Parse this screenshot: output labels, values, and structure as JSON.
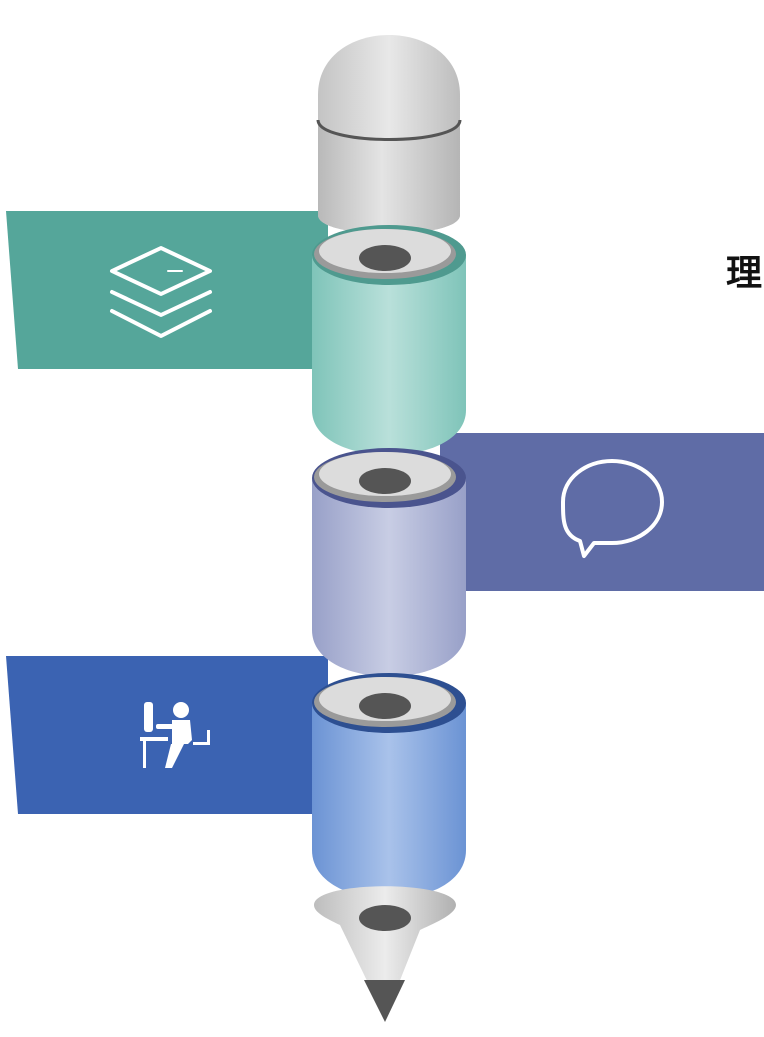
{
  "heading": {
    "text": "理"
  },
  "colors": {
    "background": "#ffffff",
    "segment_1": "#55a69a",
    "segment_2": "#5f6ca6",
    "segment_3": "#3b63b2",
    "pencil_metal": "#c9c9c9",
    "core": "#555555"
  },
  "banners": [
    {
      "side": "left",
      "icon": "layers-icon",
      "color": "#55a69a"
    },
    {
      "side": "right",
      "icon": "speech-bubble-icon",
      "color": "#5f6ca6"
    },
    {
      "side": "left",
      "icon": "person-at-desk-icon",
      "color": "#3b63b2"
    }
  ]
}
